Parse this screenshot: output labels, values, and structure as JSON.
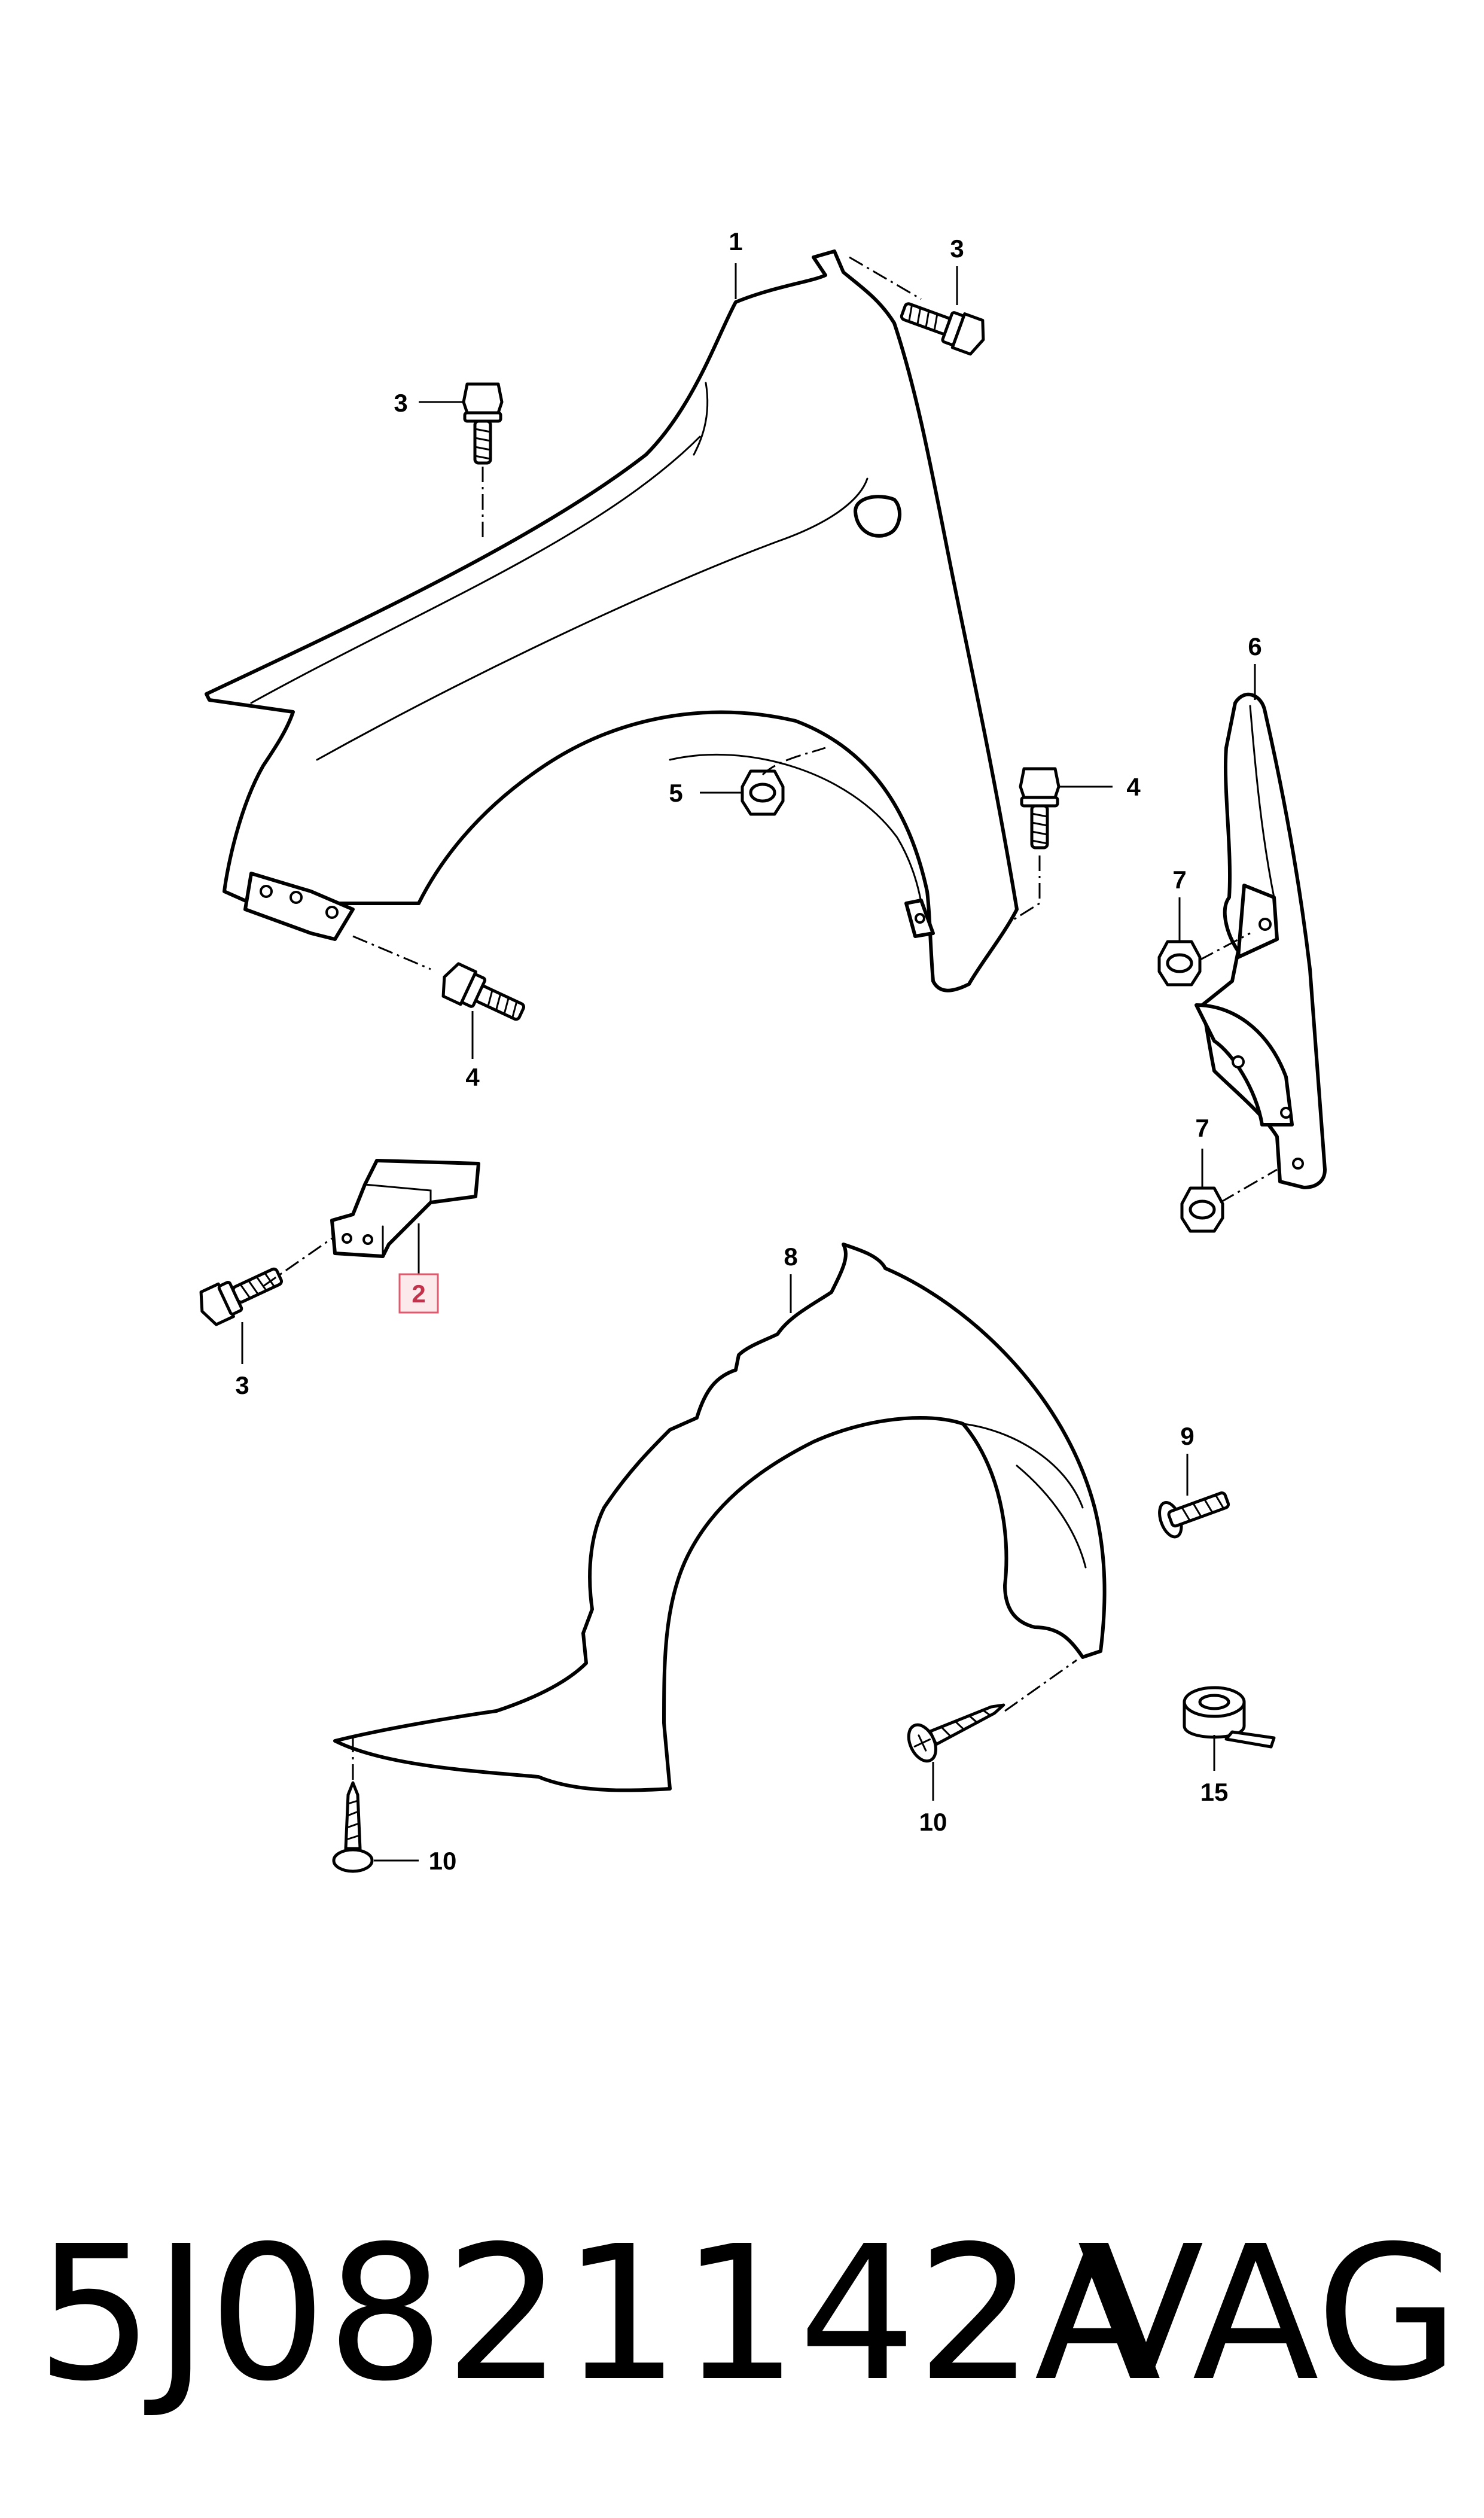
{
  "callouts": {
    "c1": "1",
    "c2": "2",
    "c3a": "3",
    "c3b": "3",
    "c3c": "3",
    "c4a": "4",
    "c4b": "4",
    "c5": "5",
    "c6": "6",
    "c7a": "7",
    "c7b": "7",
    "c8": "8",
    "c9": "9",
    "c10a": "10",
    "c10b": "10",
    "c15": "15"
  },
  "footer": {
    "part_number": "5J0821142A",
    "brand": "VAG"
  },
  "highlight_color": "#e05a6e"
}
